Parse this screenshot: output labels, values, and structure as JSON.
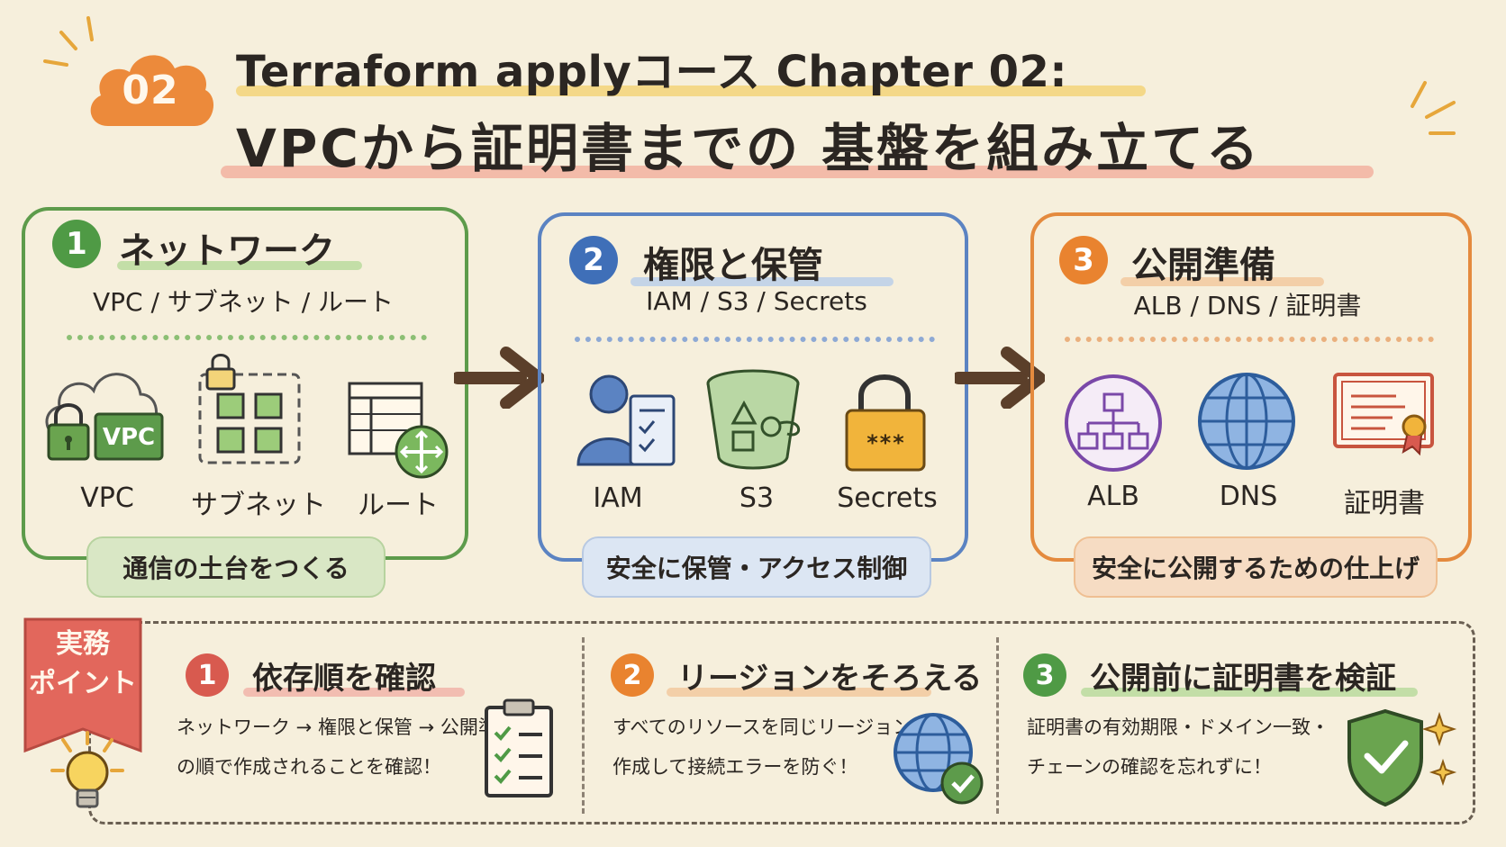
{
  "header": {
    "badge": "02",
    "title_line1": "Terraform applyコース Chapter 02:",
    "title_line2": "VPCから証明書までの 基盤を組み立てる"
  },
  "stages": [
    {
      "number": "1",
      "title": "ネットワーク",
      "subtitle": "VPC / サブネット / ルート",
      "items": [
        "VPC",
        "サブネット",
        "ルート"
      ],
      "vpc_tag": "VPC",
      "note": "通信の土台をつくる",
      "color": "#5d9b4b"
    },
    {
      "number": "2",
      "title": "権限と保管",
      "subtitle": "IAM / S3 / Secrets",
      "items": [
        "IAM",
        "S3",
        "Secrets"
      ],
      "secret_mask": "***",
      "note": "安全に保管・アクセス制御",
      "color": "#5b83c2"
    },
    {
      "number": "3",
      "title": "公開準備",
      "subtitle": "ALB / DNS / 証明書",
      "items": [
        "ALB",
        "DNS",
        "証明書"
      ],
      "note": "安全に公開するための仕上げ",
      "color": "#e48a3e"
    }
  ],
  "practice": {
    "ribbon": [
      "実務",
      "ポイント"
    ],
    "points": [
      {
        "number": "1",
        "title": "依存順を確認",
        "lines": [
          "ネットワーク → 権限と保管 → 公開準備",
          "の順で作成されることを確認！"
        ],
        "color": "#d85a4f"
      },
      {
        "number": "2",
        "title": "リージョンをそろえる",
        "lines": [
          "すべてのリソースを同じリージョンで",
          "作成して接続エラーを防ぐ！"
        ],
        "color": "#e9832f"
      },
      {
        "number": "3",
        "title": "公開前に証明書を検証",
        "lines": [
          "証明書の有効期限・ドメイン一致・",
          "チェーンの確認を忘れずに！"
        ],
        "color": "#4f9a45"
      }
    ]
  }
}
